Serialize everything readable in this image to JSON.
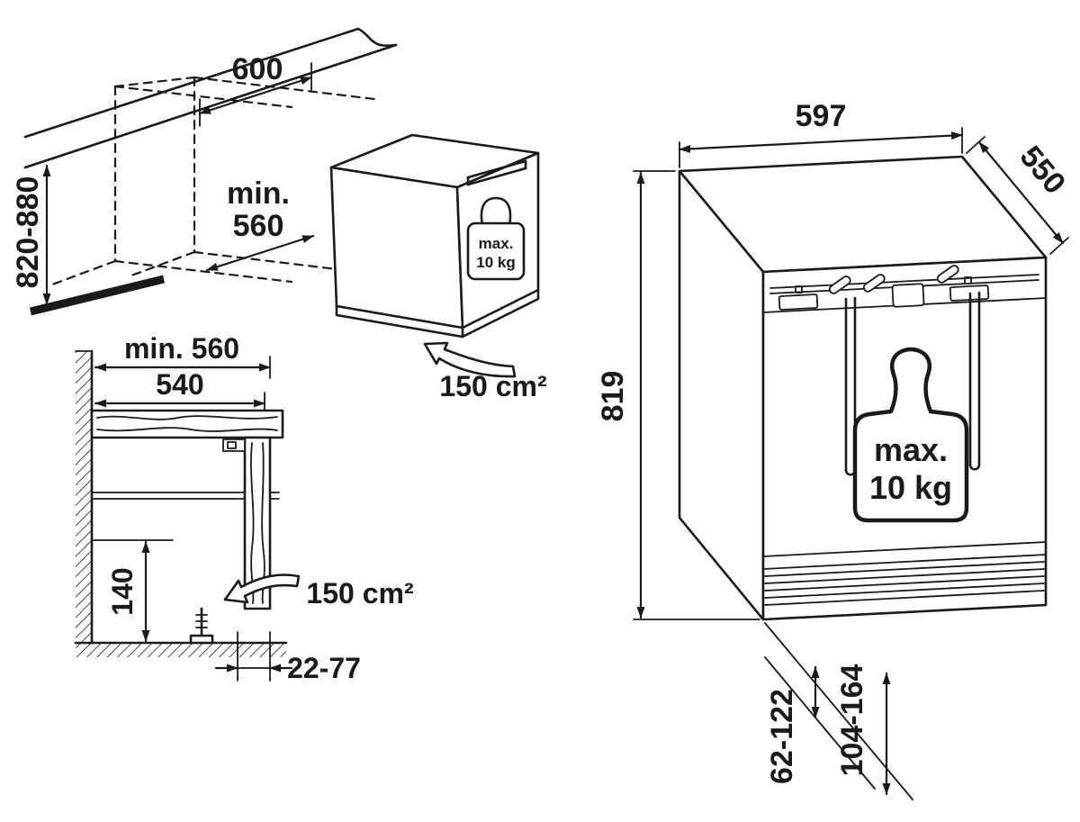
{
  "colors": {
    "line": "#1a1a1a",
    "background": "#ffffff"
  },
  "niche_view": {
    "width_label": "600",
    "depth_label_line1": "min.",
    "depth_label_line2": "560",
    "height_label": "820-880",
    "vent_label": "150 cm²",
    "weight_icon": {
      "line1": "max.",
      "line2": "10 kg"
    }
  },
  "section_view": {
    "niche_depth_label": "min. 560",
    "counter_depth_label": "540",
    "clearance_label": "140",
    "foot_range_label": "22-77",
    "vent_label": "150 cm²"
  },
  "appliance_view": {
    "width_label": "597",
    "depth_label": "550",
    "height_label": "819",
    "weight_icon": {
      "line1": "max.",
      "line2": "10 kg"
    },
    "plinth_range_inner_label": "62-122",
    "plinth_range_outer_label": "104-164"
  }
}
